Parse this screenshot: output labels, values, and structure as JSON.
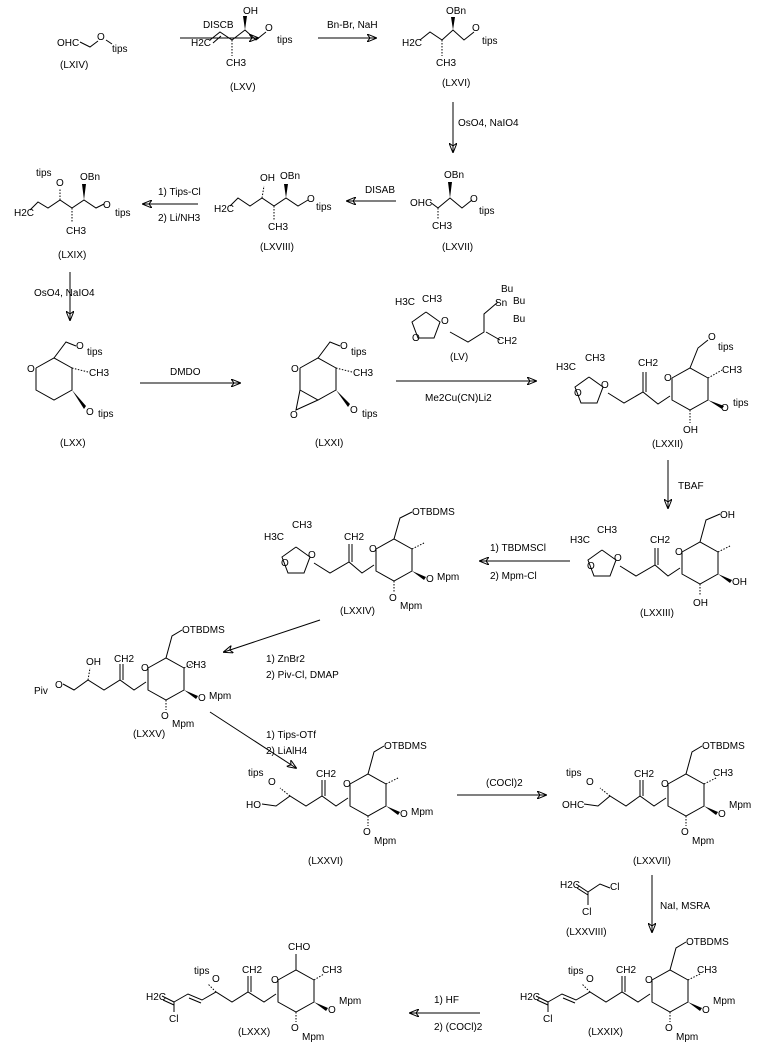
{
  "title": "Synthesis scheme LXIV to LXXX",
  "atoms": {
    "ohc": "OHC",
    "o": "O",
    "tips": "tips",
    "oh": "OH",
    "obn": "OBn",
    "h2c": "H2C",
    "ch2": "CH2",
    "ch3": "CH3",
    "h3c": "H3C",
    "bu": "Bu",
    "sn": "Sn",
    "otbdms": "OTBDMS",
    "mpm": "Mpm",
    "piv": "Piv",
    "ho": "HO",
    "cl": "Cl",
    "cho": "CHO"
  },
  "compounds": {
    "LXIV": "(LXIV)",
    "LXV": "(LXV)",
    "LXVI": "(LXVI)",
    "LXVII": "(LXVII)",
    "LXVIII": "(LXVIII)",
    "LXIX": "(LXIX)",
    "LXX": "(LXX)",
    "LXXI": "(LXXI)",
    "LV": "(LV)",
    "LXXII": "(LXXII)",
    "LXXIII": "(LXXIII)",
    "LXXIV": "(LXXIV)",
    "LXXV": "(LXXV)",
    "LXXVI": "(LXXVI)",
    "LXXVII": "(LXXVII)",
    "LXXVIII": "(LXXVIII)",
    "LXXIX": "(LXXIX)",
    "LXXX": "(LXXX)"
  },
  "reagents": {
    "r1": "DISCB",
    "r2": "Bn-Br, NaH",
    "r3": "OsO4, NaIO4",
    "r4": "DISAB",
    "r5a": "1) Tips-Cl",
    "r5b": "2) Li/NH3",
    "r6": "OsO4, NaIO4",
    "r7": "DMDO",
    "r8": "Me2Cu(CN)Li2",
    "r9": "TBAF",
    "r10a": "1) TBDMSCl",
    "r10b": "2) Mpm-Cl",
    "r11a": "1) ZnBr2",
    "r11b": "2) Piv-Cl, DMAP",
    "r12a": "1) Tips-OTf",
    "r12b": "2) LiAlH4",
    "r13": "(COCl)2",
    "r14": "NaI, MSRA",
    "r15a": "1) HF",
    "r15b": "2) (COCl)2"
  }
}
